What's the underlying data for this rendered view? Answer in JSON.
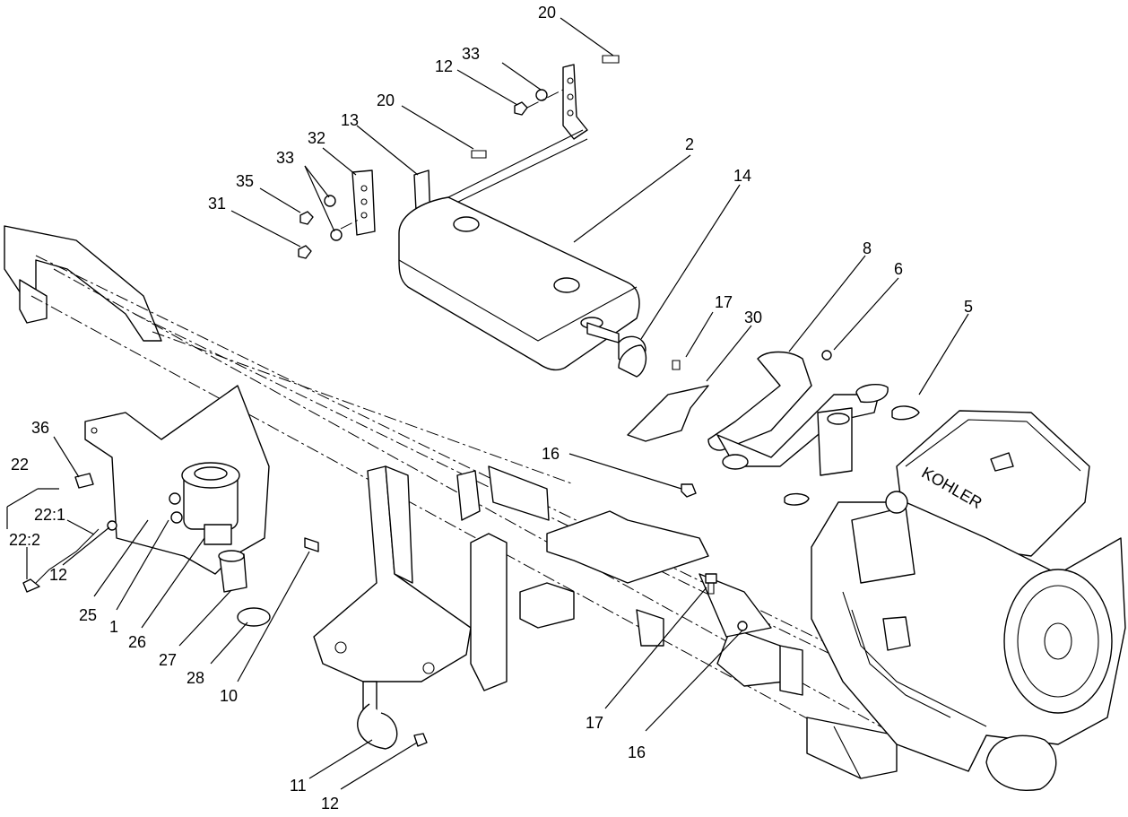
{
  "brand_text": "KOHLER",
  "callouts": [
    {
      "id": "c20a",
      "text": "20"
    },
    {
      "id": "c33a",
      "text": "33"
    },
    {
      "id": "c12a",
      "text": "12"
    },
    {
      "id": "c20b",
      "text": "20"
    },
    {
      "id": "c13",
      "text": "13"
    },
    {
      "id": "c32",
      "text": "32"
    },
    {
      "id": "c33b",
      "text": "33"
    },
    {
      "id": "c35",
      "text": "35"
    },
    {
      "id": "c31",
      "text": "31"
    },
    {
      "id": "c2",
      "text": "2"
    },
    {
      "id": "c14",
      "text": "14"
    },
    {
      "id": "c8",
      "text": "8"
    },
    {
      "id": "c6",
      "text": "6"
    },
    {
      "id": "c5",
      "text": "5"
    },
    {
      "id": "c17a",
      "text": "17"
    },
    {
      "id": "c30",
      "text": "30"
    },
    {
      "id": "c16a",
      "text": "16"
    },
    {
      "id": "c36",
      "text": "36"
    },
    {
      "id": "c22",
      "text": "22"
    },
    {
      "id": "c221",
      "text": "22:1"
    },
    {
      "id": "c222",
      "text": "22:2"
    },
    {
      "id": "c12b",
      "text": "12"
    },
    {
      "id": "c25",
      "text": "25"
    },
    {
      "id": "c1",
      "text": "1"
    },
    {
      "id": "c26",
      "text": "26"
    },
    {
      "id": "c27",
      "text": "27"
    },
    {
      "id": "c28",
      "text": "28"
    },
    {
      "id": "c10",
      "text": "10"
    },
    {
      "id": "c11",
      "text": "11"
    },
    {
      "id": "c12c",
      "text": "12"
    },
    {
      "id": "c17b",
      "text": "17"
    },
    {
      "id": "c16b",
      "text": "16"
    }
  ]
}
